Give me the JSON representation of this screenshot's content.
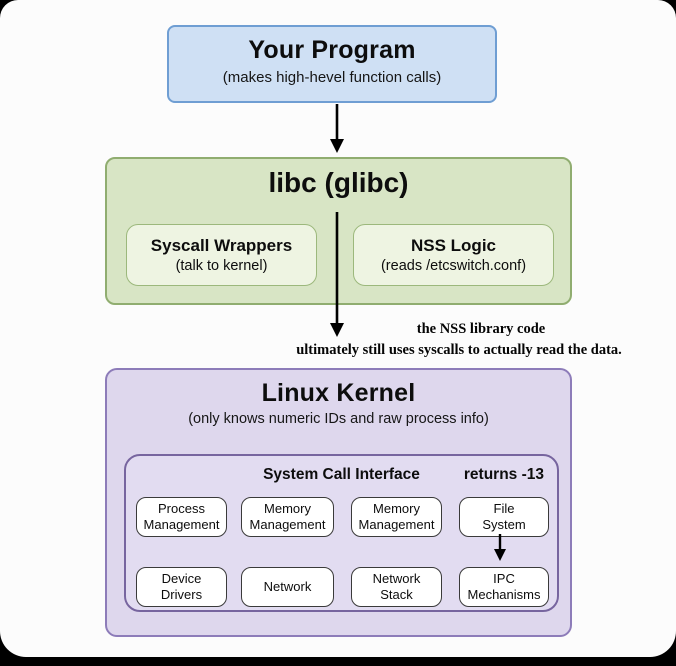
{
  "colors": {
    "background": "#000000",
    "panel": "#fcfcfc",
    "program_fill": "#cfe0f4",
    "program_border": "#6f9ed3",
    "libc_fill": "#d8e5c5",
    "libc_border": "#90ad70",
    "libc_child_fill": "#eef4e2",
    "libc_child_border": "#9cb87c",
    "kernel_fill": "#ded7ed",
    "kernel_border": "#8d7cb9",
    "sci_fill": "#e2dcf1",
    "sci_border": "#77659f",
    "cell_fill": "#ffffff",
    "cell_border": "#3a3a3a",
    "arrow": "#000000"
  },
  "program_box": {
    "title": "Your Program",
    "subtitle": "(makes high-hevel function calls)"
  },
  "libc_box": {
    "title": "libc (glibc)",
    "children": [
      {
        "title": "Syscall Wrappers",
        "subtitle": "(talk to kernel)"
      },
      {
        "title": "NSS Logic",
        "subtitle": "(reads /etcswitch.conf)"
      }
    ]
  },
  "annotation": {
    "line1": "the NSS library code",
    "line2": "ultimately still uses syscalls to actually read the data."
  },
  "kernel_box": {
    "title": "Linux Kernel",
    "subtitle": "(only knows numeric IDs and raw process info)",
    "sci": {
      "title": "System Call Interface",
      "returns_label": "returns -13",
      "boxes": [
        {
          "line1": "Process",
          "line2": "Management"
        },
        {
          "line1": "Memory",
          "line2": "Management"
        },
        {
          "line1": "Memory",
          "line2": "Management"
        },
        {
          "line1": "File",
          "line2": "System"
        },
        {
          "line1": "Device",
          "line2": "Drivers"
        },
        {
          "line1": "Network",
          "line2": ""
        },
        {
          "line1": "Network",
          "line2": "Stack"
        },
        {
          "line1": "IPC",
          "line2": "Mechanisms"
        }
      ]
    }
  },
  "arrows": [
    {
      "name": "arrow-program-to-libc"
    },
    {
      "name": "arrow-libc-to-kernel"
    },
    {
      "name": "arrow-filesystem-to-ipc"
    }
  ]
}
